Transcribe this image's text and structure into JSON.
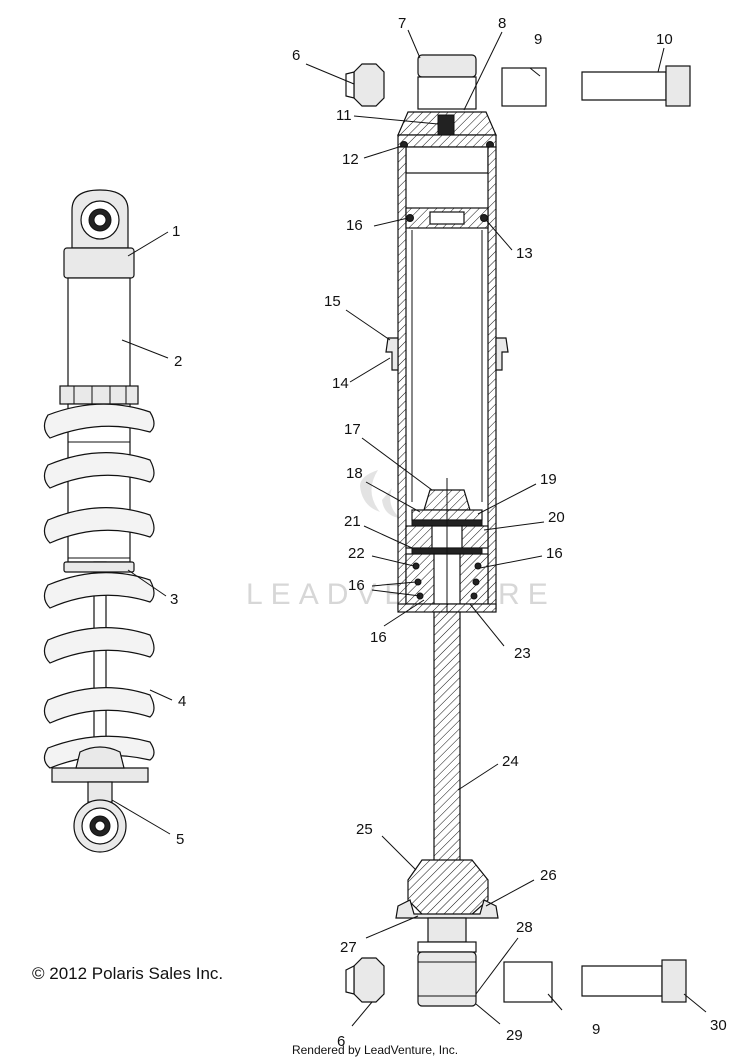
{
  "watermark": {
    "text": "LEADVENTURE"
  },
  "footer": {
    "copyright": "© 2012 Polaris Sales Inc.",
    "rendered_by": "Rendered by LeadVenture, Inc."
  },
  "callouts": [
    {
      "id": "c1",
      "label": "1"
    },
    {
      "id": "c2",
      "label": "2"
    },
    {
      "id": "c3",
      "label": "3"
    },
    {
      "id": "c4",
      "label": "4"
    },
    {
      "id": "c5",
      "label": "5"
    },
    {
      "id": "c6a",
      "label": "6"
    },
    {
      "id": "c6b",
      "label": "6"
    },
    {
      "id": "c7",
      "label": "7"
    },
    {
      "id": "c8",
      "label": "8"
    },
    {
      "id": "c9a",
      "label": "9"
    },
    {
      "id": "c9b",
      "label": "9"
    },
    {
      "id": "c10",
      "label": "10"
    },
    {
      "id": "c11",
      "label": "11"
    },
    {
      "id": "c12",
      "label": "12"
    },
    {
      "id": "c13",
      "label": "13"
    },
    {
      "id": "c14",
      "label": "14"
    },
    {
      "id": "c15",
      "label": "15"
    },
    {
      "id": "c16a",
      "label": "16"
    },
    {
      "id": "c16b",
      "label": "16"
    },
    {
      "id": "c16c",
      "label": "16"
    },
    {
      "id": "c16d",
      "label": "16"
    },
    {
      "id": "c17",
      "label": "17"
    },
    {
      "id": "c18",
      "label": "18"
    },
    {
      "id": "c19",
      "label": "19"
    },
    {
      "id": "c20",
      "label": "20"
    },
    {
      "id": "c21",
      "label": "21"
    },
    {
      "id": "c22",
      "label": "22"
    },
    {
      "id": "c23",
      "label": "23"
    },
    {
      "id": "c24",
      "label": "24"
    },
    {
      "id": "c25",
      "label": "25"
    },
    {
      "id": "c26",
      "label": "26"
    },
    {
      "id": "c27",
      "label": "27"
    },
    {
      "id": "c28",
      "label": "28"
    },
    {
      "id": "c29",
      "label": "29"
    },
    {
      "id": "c30",
      "label": "30"
    }
  ]
}
